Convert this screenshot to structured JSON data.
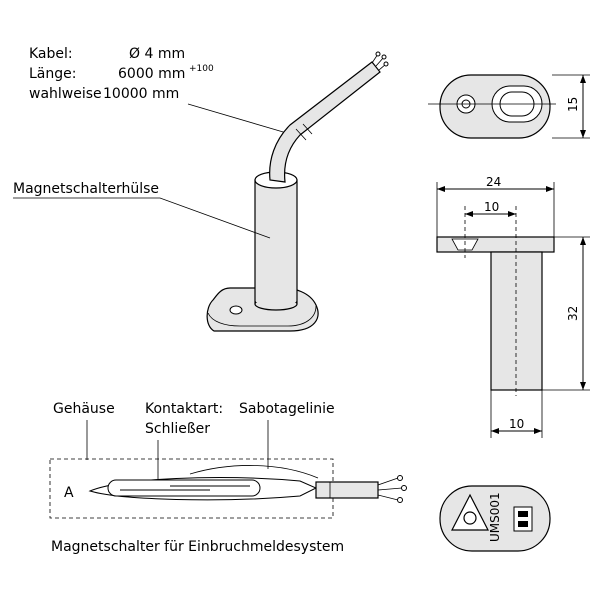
{
  "spec": {
    "cable_label": "Kabel:",
    "cable_value": "Ø 4 mm",
    "length_label": "Länge:",
    "length_value": "6000 mm",
    "length_tolerance": "+100",
    "optional_label": "wahlweise",
    "optional_value": "10000 mm"
  },
  "labels": {
    "sleeve": "Magnetschalterhülse",
    "housing": "Gehäuse",
    "contact_type": "Kontaktart:",
    "contact_value": "Schließer",
    "tamper_line": "Sabotagelinie",
    "terminal": "A",
    "caption": "Magnetschalter für Einbruchmeldesystem"
  },
  "dimensions": {
    "top_height": "15",
    "flange_width": "24",
    "hole_spacing": "10",
    "body_height": "32",
    "body_diameter": "10"
  },
  "marking": {
    "model": "UMS001"
  },
  "colors": {
    "stroke": "#000000",
    "fill": "#e6e6e6",
    "background": "#ffffff"
  }
}
